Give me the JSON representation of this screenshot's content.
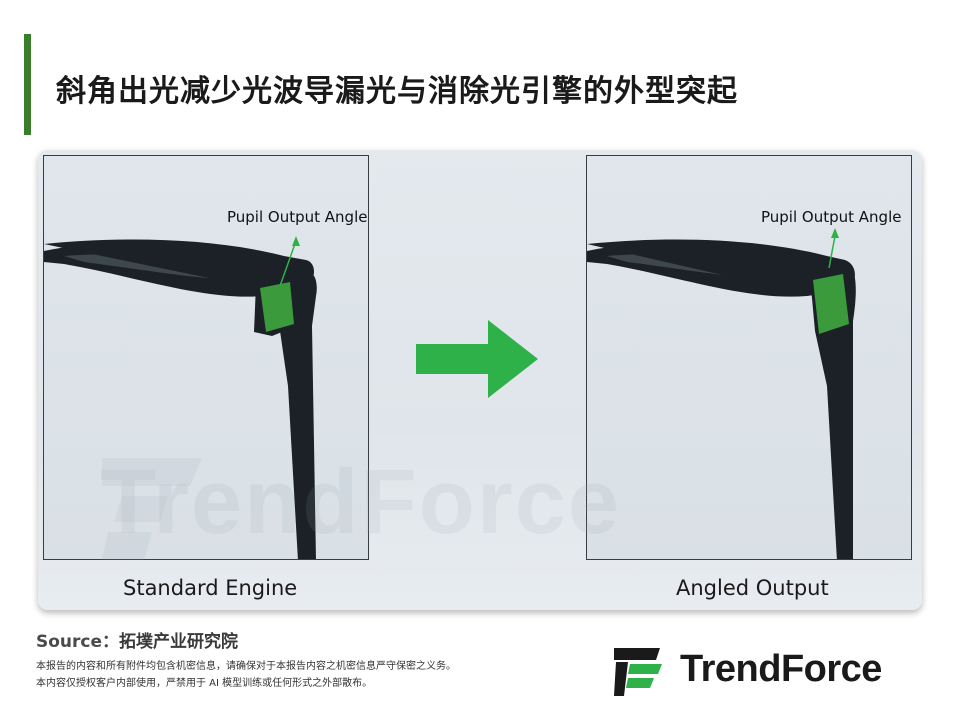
{
  "title": "斜角出光减少光波导漏光与消除光引擎的外型突起",
  "figure": {
    "left_panel": {
      "angle_label": "Pupil Output Angle",
      "caption": "Standard Engine"
    },
    "right_panel": {
      "angle_label": "Pupil Output Angle",
      "caption": "Angled Output"
    },
    "watermark_text": "TrendForce"
  },
  "source": {
    "label": "Source：",
    "value": "拓墣产业研究院"
  },
  "disclaimer": {
    "line1": "本报告的内容和所有附件均包含机密信息，请确保对于本报告内容之机密信息严守保密之义务。",
    "line2": "本内容仅授权客户内部使用，严禁用于 AI 模型训练或任何形式之外部散布。"
  },
  "logo": {
    "text": "TrendForce"
  },
  "colors": {
    "accent_bar": "#3a7d2a",
    "arrow": "#2fb14a",
    "engine_green": "#3a9a3c",
    "frame_dark": "#1c2128"
  }
}
